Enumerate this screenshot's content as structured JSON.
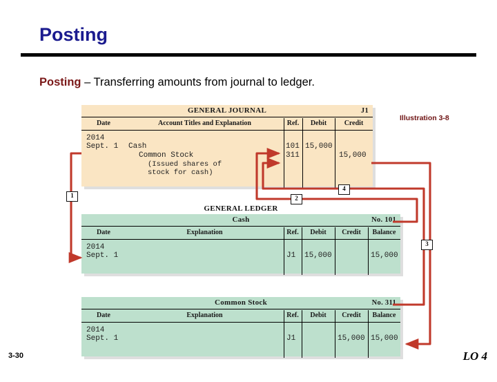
{
  "slide": {
    "title": "Posting",
    "page_number": "3-30",
    "lo_label": "LO 4",
    "illustration_label": "Illustration 3-8",
    "subtitle_keyword": "Posting",
    "subtitle_rest": " – Transferring amounts from journal to ledger.",
    "accent_title_color": "#1b1b8f",
    "accent_keyword_color": "#7b1a1a",
    "arrow_color": "#c0392b",
    "journal_bg": "#fae5c3",
    "ledger_bg": "#bde0cd"
  },
  "journal": {
    "caption": "GENERAL JOURNAL",
    "page_ref": "J1",
    "columns": [
      "Date",
      "Account Titles and Explanation",
      "Ref.",
      "Debit",
      "Credit"
    ],
    "row": {
      "year": "2014",
      "date": "Sept. 1",
      "line1": "Cash",
      "line2": "Common Stock",
      "line3": "(Issued shares of",
      "line4": "stock for cash)",
      "ref1": "101",
      "ref2": "311",
      "debit": "15,000",
      "credit": "15,000"
    }
  },
  "ledger": {
    "caption": "GENERAL LEDGER",
    "accounts": [
      {
        "name": "Cash",
        "number": "No. 101",
        "columns": [
          "Date",
          "Explanation",
          "Ref.",
          "Debit",
          "Credit",
          "Balance"
        ],
        "row": {
          "year": "2014",
          "date": "Sept. 1",
          "explanation": "",
          "ref": "J1",
          "debit": "15,000",
          "credit": "",
          "balance": "15,000"
        }
      },
      {
        "name": "Common Stock",
        "number": "No. 311",
        "columns": [
          "Date",
          "Explanation",
          "Ref.",
          "Debit",
          "Credit",
          "Balance"
        ],
        "row": {
          "year": "2014",
          "date": "Sept. 1",
          "explanation": "",
          "ref": "J1",
          "debit": "",
          "credit": "15,000",
          "balance": "15,000"
        }
      }
    ]
  },
  "steps": [
    {
      "id": "1",
      "label": "1"
    },
    {
      "id": "2",
      "label": "2"
    },
    {
      "id": "3",
      "label": "3"
    },
    {
      "id": "4",
      "label": "4"
    }
  ]
}
